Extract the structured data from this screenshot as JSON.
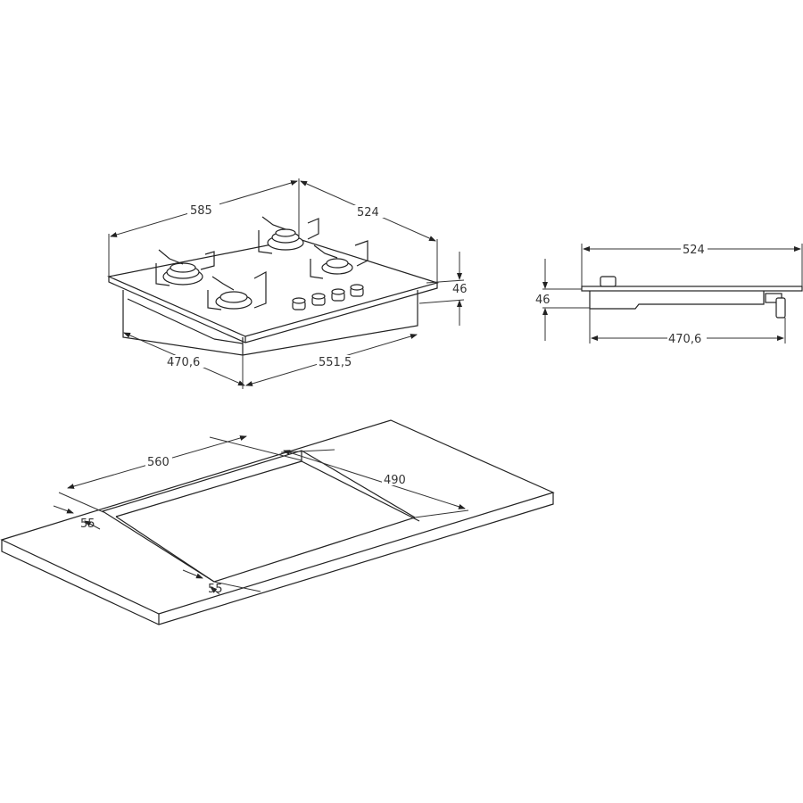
{
  "diagram": {
    "type": "technical-dimension-drawing",
    "subject": "4-burner gas hob with countertop cutout",
    "units": "mm",
    "colors": {
      "line": "#222222",
      "background": "#ffffff",
      "text": "#333333"
    }
  },
  "views": {
    "isometric": {
      "name": "hob isometric view",
      "burners": 4,
      "knobs": 4,
      "dimensions": {
        "width": "585",
        "depth": "524",
        "height": "46",
        "body_depth": "470,6",
        "body_width": "551,5"
      }
    },
    "side": {
      "name": "hob side view",
      "dimensions": {
        "depth": "524",
        "height": "46",
        "body_depth": "470,6"
      }
    },
    "cutout": {
      "name": "countertop cutout",
      "dimensions": {
        "cut_width": "560",
        "cut_depth": "490",
        "margin_back": "55",
        "margin_front": "55"
      }
    }
  }
}
